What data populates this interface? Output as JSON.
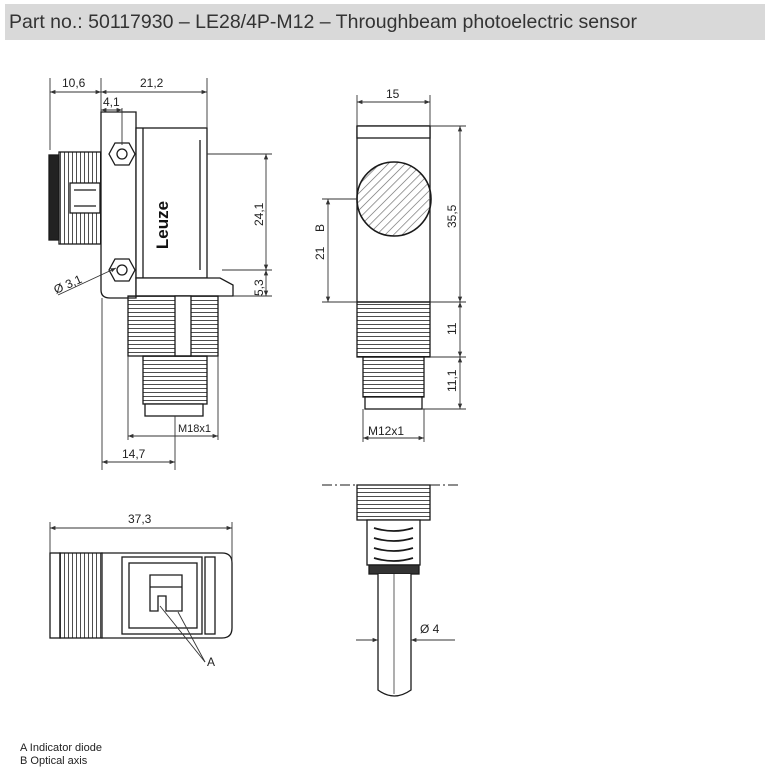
{
  "title": "Part no.: 50117930 – LE28/4P-M12 – Throughbeam photoelectric sensor",
  "colors": {
    "line": "#1a1a1a",
    "dim": "#333333",
    "hatch": "#555555",
    "title_bg": "#d9d9d9"
  },
  "dimensions": {
    "d_10_6": "10,6",
    "d_21_2": "21,2",
    "d_4_1": "4,1",
    "d_24_1": "24,1",
    "d_5_3": "5,3",
    "d_hole": "Ø 3,1",
    "d_m18": "M18x1",
    "d_14_7": "14,7",
    "d_15": "15",
    "d_35_5": "35,5",
    "d_21": "21",
    "d_11": "11",
    "d_11_1": "11,1",
    "d_m12": "M12x1",
    "d_37_3": "37,3",
    "d_cable": "Ø 4"
  },
  "labels": {
    "brand": "Leuze",
    "axis_mark": "B",
    "diode_mark": "A"
  },
  "legend": {
    "a": "A Indicator diode",
    "b": "B Optical axis"
  }
}
